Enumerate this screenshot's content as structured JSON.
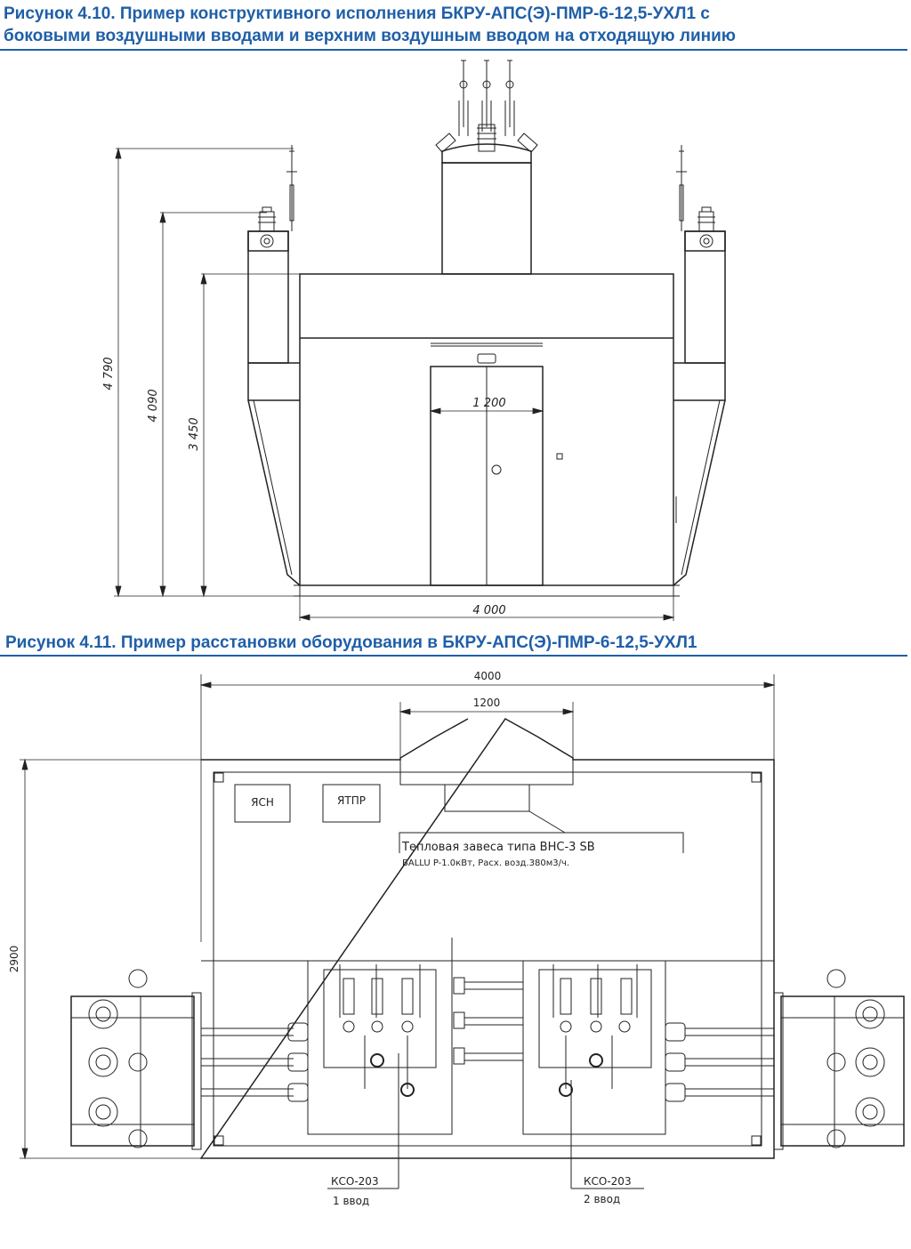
{
  "figure1": {
    "caption_line1": "Рисунок 4.10. Пример конструктивного исполнения БКРУ-АПС(Э)-ПМР-6-12,5-УХЛ1 с",
    "caption_line2": "боковыми воздушными вводами и верхним воздушным вводом на отходящую линию",
    "dimensions": {
      "height_total": "4 790",
      "height_side_inputs": "4 090",
      "height_body": "3 450",
      "door_width": "1 200",
      "width_total": "4 000"
    }
  },
  "figure2": {
    "caption": "Рисунок 4.11. Пример расстановки оборудования в  БКРУ-АПС(Э)-ПМР-6-12,5-УХЛ1",
    "dimensions": {
      "width_total": "4000",
      "top_input_width": "1200",
      "depth_total": "2900"
    },
    "cabinets": {
      "ysn": "ЯСН",
      "yatpr": "ЯТПР"
    },
    "heater_label_line1": "Тепловая завеса типа ВНС-3 SB",
    "heater_label_line2": "BALLU P-1.0кВт, Расх. возд.380м3/ч.",
    "switchgear": [
      {
        "type": "КСО-203",
        "input": "1 ввод"
      },
      {
        "type": "КСО-203",
        "input": "2 ввод"
      }
    ]
  }
}
